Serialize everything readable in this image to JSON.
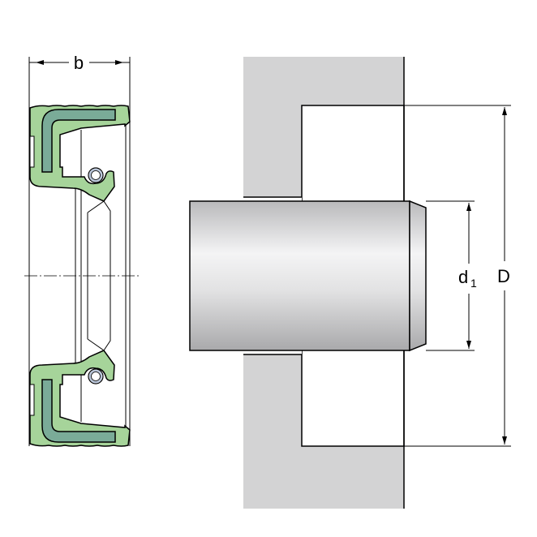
{
  "labels": {
    "width": "b",
    "shaft_diameter": "d",
    "shaft_diameter_sub": "1",
    "housing_diameter": "D"
  },
  "colors": {
    "seal_rubber": "#a6d49a",
    "seal_insert": "#7aab98",
    "housing": "#d3d3d4",
    "spring": "#b8c4d8"
  }
}
